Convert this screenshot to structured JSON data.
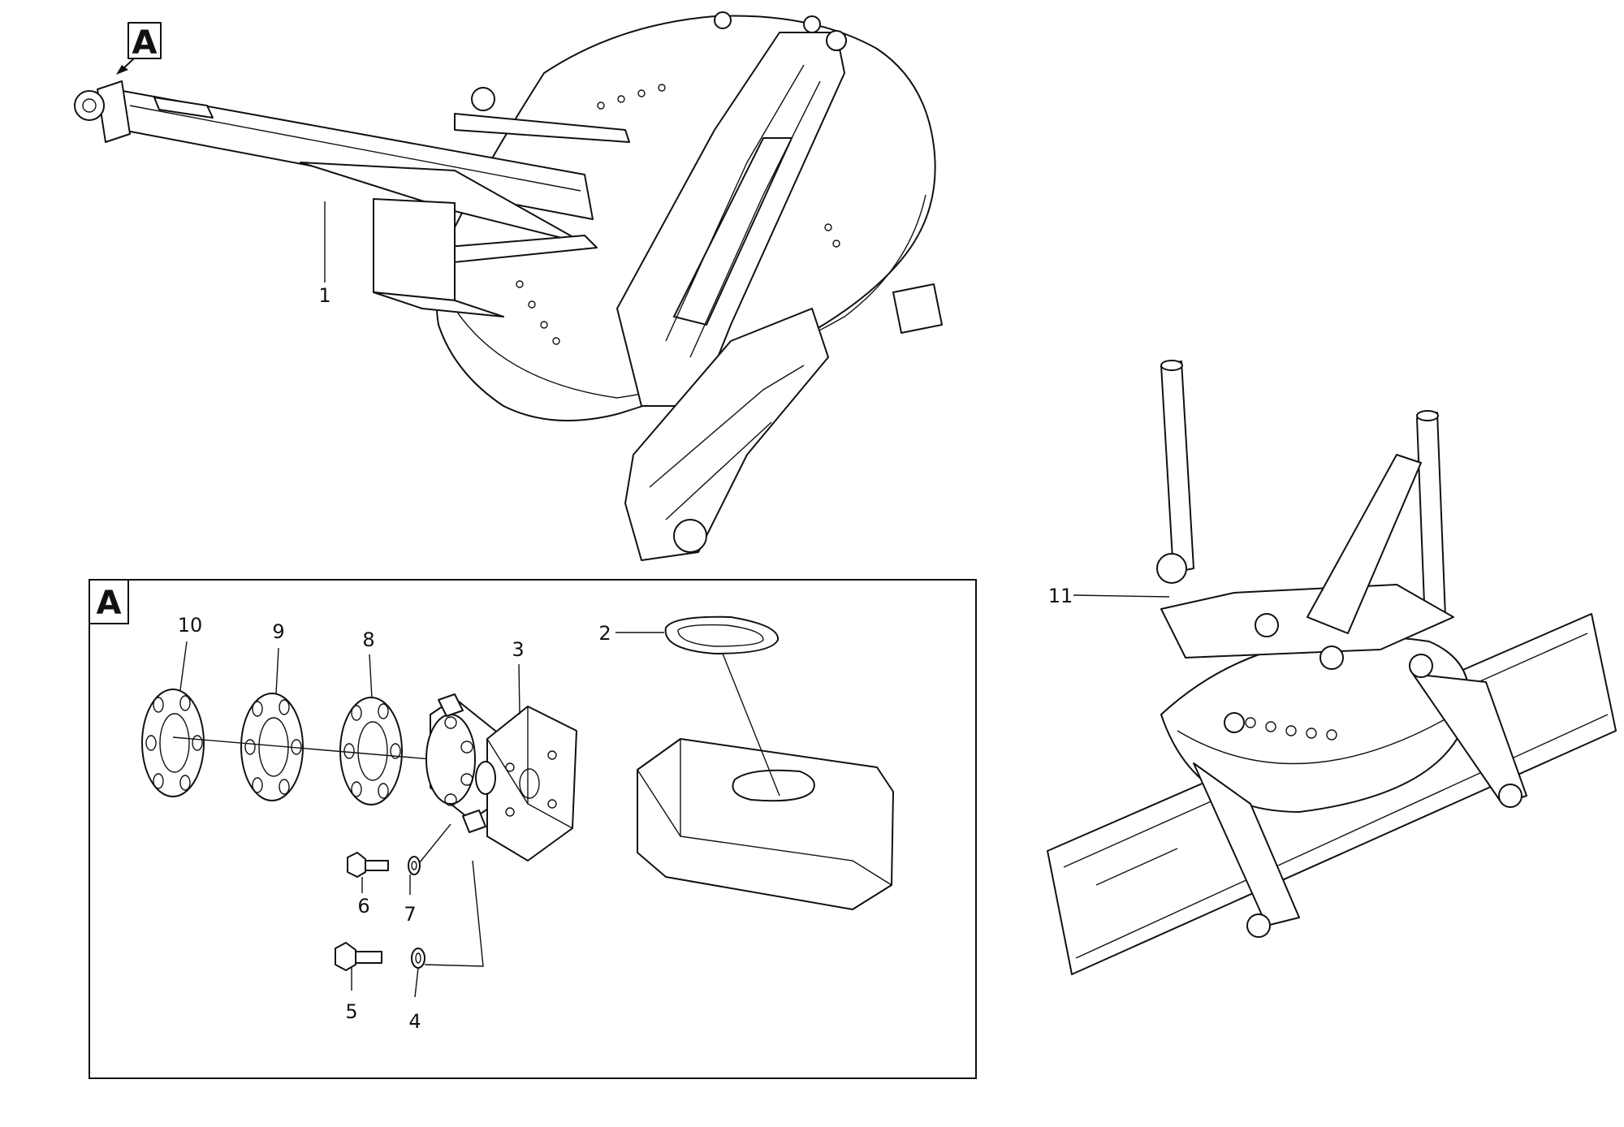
{
  "detail_marker": "A",
  "detail_box_label": "A",
  "callouts": {
    "c1": "1",
    "c2": "2",
    "c3": "3",
    "c4": "4",
    "c5": "5",
    "c6": "6",
    "c7": "7",
    "c8": "8",
    "c9": "9",
    "c10": "10",
    "c11": "11"
  },
  "colors": {
    "line": "#111111",
    "background": "#ffffff"
  }
}
